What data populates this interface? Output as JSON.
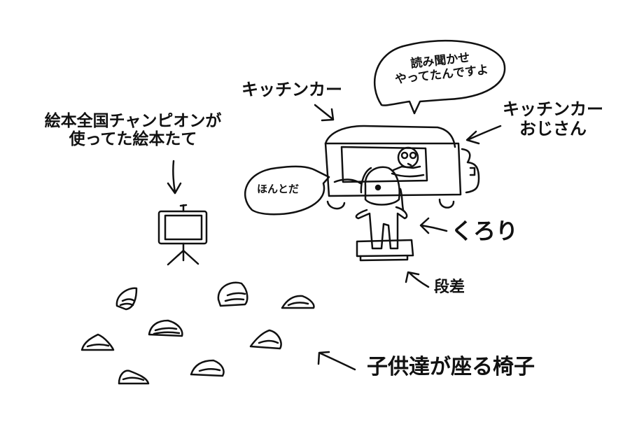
{
  "labels": {
    "stand": [
      "絵本全国チャンピオンが",
      "使ってた絵本たて"
    ],
    "kitchen_car": "キッチンカー",
    "speech_owner": [
      "読み聞かせ",
      "やってたんですよ"
    ],
    "owner": [
      "キッチンカー",
      "おじさん"
    ],
    "speech_kurori": "ほんとだ",
    "kurori": "くろり",
    "step": "段差",
    "chairs": "子供達が座る椅子"
  },
  "colors": {
    "ink": "#111111",
    "background": "#ffffff"
  }
}
